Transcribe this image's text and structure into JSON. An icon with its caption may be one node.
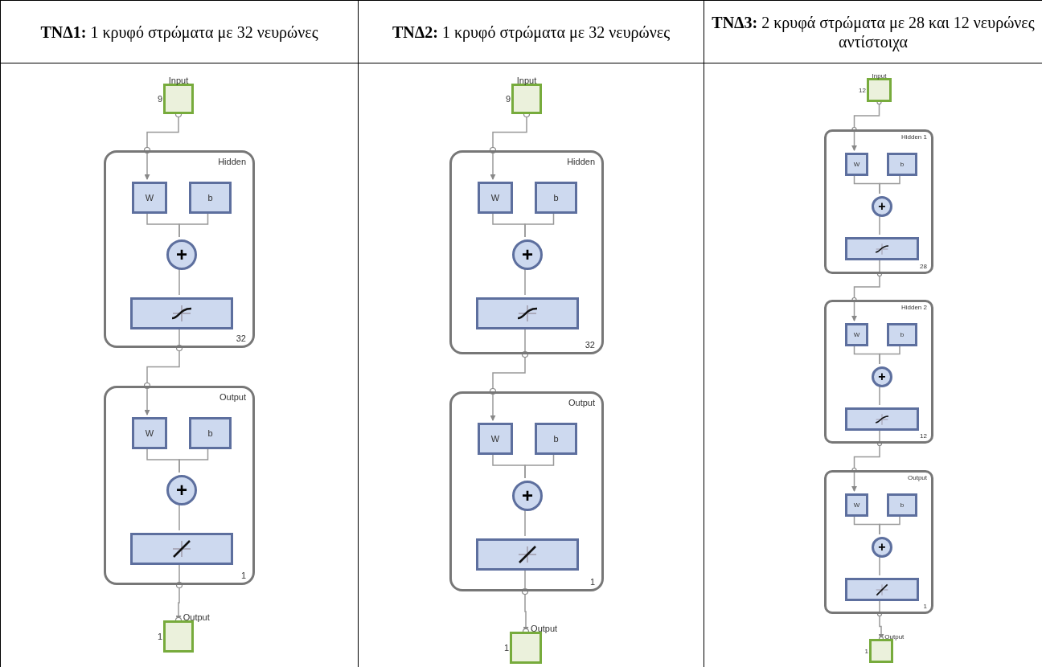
{
  "diagram": {
    "nodes": [
      {
        "text": [
          "Input"
        ],
        "beside": [
          "9"
        ]
      },
      {
        "text": [
          "Hidden",
          "32"
        ]
      },
      {
        "text": [
          "W"
        ],
        "in": 1
      },
      {
        "text": [
          "b"
        ],
        "in": 1
      },
      {
        "text": [
          "+"
        ],
        "in": 1
      },
      {
        "text": [],
        "shape": "box",
        "in": 1
      },
      {
        "text": [
          "Output",
          "1"
        ]
      },
      {
        "text": [
          "W"
        ],
        "in": 6
      },
      {
        "text": [
          "b"
        ],
        "in": 6
      },
      {
        "text": [
          "+"
        ],
        "in": 6
      },
      {
        "text": [],
        "shape": "box",
        "in": 6
      },
      {
        "text": [
          "Output"
        ],
        "beside": [
          "1"
        ]
      },
      {
        "text": [
          "Input"
        ],
        "beside": [
          "9"
        ]
      },
      {
        "text": [
          "Hidden",
          "32"
        ]
      },
      {
        "text": [
          "W"
        ],
        "in": 13
      },
      {
        "text": [
          "b"
        ],
        "in": 13
      },
      {
        "text": [
          "+"
        ],
        "in": 13
      },
      {
        "text": [],
        "shape": "box",
        "in": 13
      },
      {
        "text": [
          "Output",
          "1"
        ]
      },
      {
        "text": [
          "W"
        ],
        "in": 18
      },
      {
        "text": [
          "b"
        ],
        "in": 18
      },
      {
        "text": [
          "+"
        ],
        "in": 18
      },
      {
        "text": [],
        "shape": "box",
        "in": 18
      },
      {
        "text": [
          "Output"
        ],
        "beside": [
          "1"
        ]
      },
      {
        "text": [
          "Input"
        ],
        "beside": [
          "12"
        ]
      },
      {
        "text": [
          "Hidden 1",
          "28"
        ]
      },
      {
        "text": [
          "W"
        ],
        "in": 25
      },
      {
        "text": [
          "b"
        ],
        "in": 25
      },
      {
        "text": [
          "+"
        ],
        "in": 25
      },
      {
        "text": [],
        "shape": "box",
        "in": 25
      },
      {
        "text": [
          "Hidden 2",
          "12"
        ]
      },
      {
        "text": [
          "W"
        ],
        "in": 30
      },
      {
        "text": [
          "b"
        ],
        "in": 30
      },
      {
        "text": [
          "+"
        ],
        "in": 30
      },
      {
        "text": [],
        "shape": "box",
        "in": 30
      },
      {
        "text": [
          "Output",
          "1"
        ]
      },
      {
        "text": [
          "W"
        ],
        "in": 35
      },
      {
        "text": [
          "b"
        ],
        "in": 35
      },
      {
        "text": [
          "+"
        ],
        "in": 35
      },
      {
        "text": [],
        "shape": "box",
        "in": 35
      },
      {
        "text": [
          "Output"
        ],
        "beside": [
          "1"
        ]
      }
    ],
    "edges": [
      {
        "from": 0,
        "to": 2,
        "arrow": "to"
      },
      {
        "from": 2,
        "to": 4,
        "arrow": "none"
      },
      {
        "from": 3,
        "to": 4,
        "arrow": "none"
      },
      {
        "from": 4,
        "to": 5,
        "arrow": "none"
      },
      {
        "from": 5,
        "to": 7,
        "arrow": "to"
      },
      {
        "from": 7,
        "to": 9,
        "arrow": "none"
      },
      {
        "from": 8,
        "to": 9,
        "arrow": "none"
      },
      {
        "from": 9,
        "to": 10,
        "arrow": "none"
      },
      {
        "from": 10,
        "to": 11,
        "arrow": "to"
      },
      {
        "from": 12,
        "to": 14,
        "arrow": "to"
      },
      {
        "from": 14,
        "to": 16,
        "arrow": "none"
      },
      {
        "from": 15,
        "to": 16,
        "arrow": "none"
      },
      {
        "from": 16,
        "to": 17,
        "arrow": "none"
      },
      {
        "from": 17,
        "to": 19,
        "arrow": "to"
      },
      {
        "from": 19,
        "to": 21,
        "arrow": "none"
      },
      {
        "from": 20,
        "to": 21,
        "arrow": "none"
      },
      {
        "from": 21,
        "to": 22,
        "arrow": "none"
      },
      {
        "from": 22,
        "to": 23,
        "arrow": "to"
      },
      {
        "from": 24,
        "to": 26,
        "arrow": "to"
      },
      {
        "from": 26,
        "to": 28,
        "arrow": "none"
      },
      {
        "from": 27,
        "to": 28,
        "arrow": "none"
      },
      {
        "from": 28,
        "to": 29,
        "arrow": "none"
      },
      {
        "from": 29,
        "to": 31,
        "arrow": "to"
      },
      {
        "from": 31,
        "to": 33,
        "arrow": "none"
      },
      {
        "from": 32,
        "to": 33,
        "arrow": "none"
      },
      {
        "from": 33,
        "to": 34,
        "arrow": "none"
      },
      {
        "from": 34,
        "to": 36,
        "arrow": "to"
      },
      {
        "from": 36,
        "to": 38,
        "arrow": "none"
      },
      {
        "from": 37,
        "to": 38,
        "arrow": "none"
      },
      {
        "from": 38,
        "to": 39,
        "arrow": "none"
      },
      {
        "from": 39,
        "to": 40,
        "arrow": "to"
      }
    ],
    "labels": [
      "**ΤΝΔ1:** 1 κρυφό στρώματα με 32 νευρώνες",
      "**ΤΝΔ2:** 1 κρυφό στρώματα με 32 νευρώνες",
      "**ΤΝΔ3:** 2 κρυφά στρώματα με 28 και 12 νευρώνες αντίστοιχα"
    ]
  }
}
